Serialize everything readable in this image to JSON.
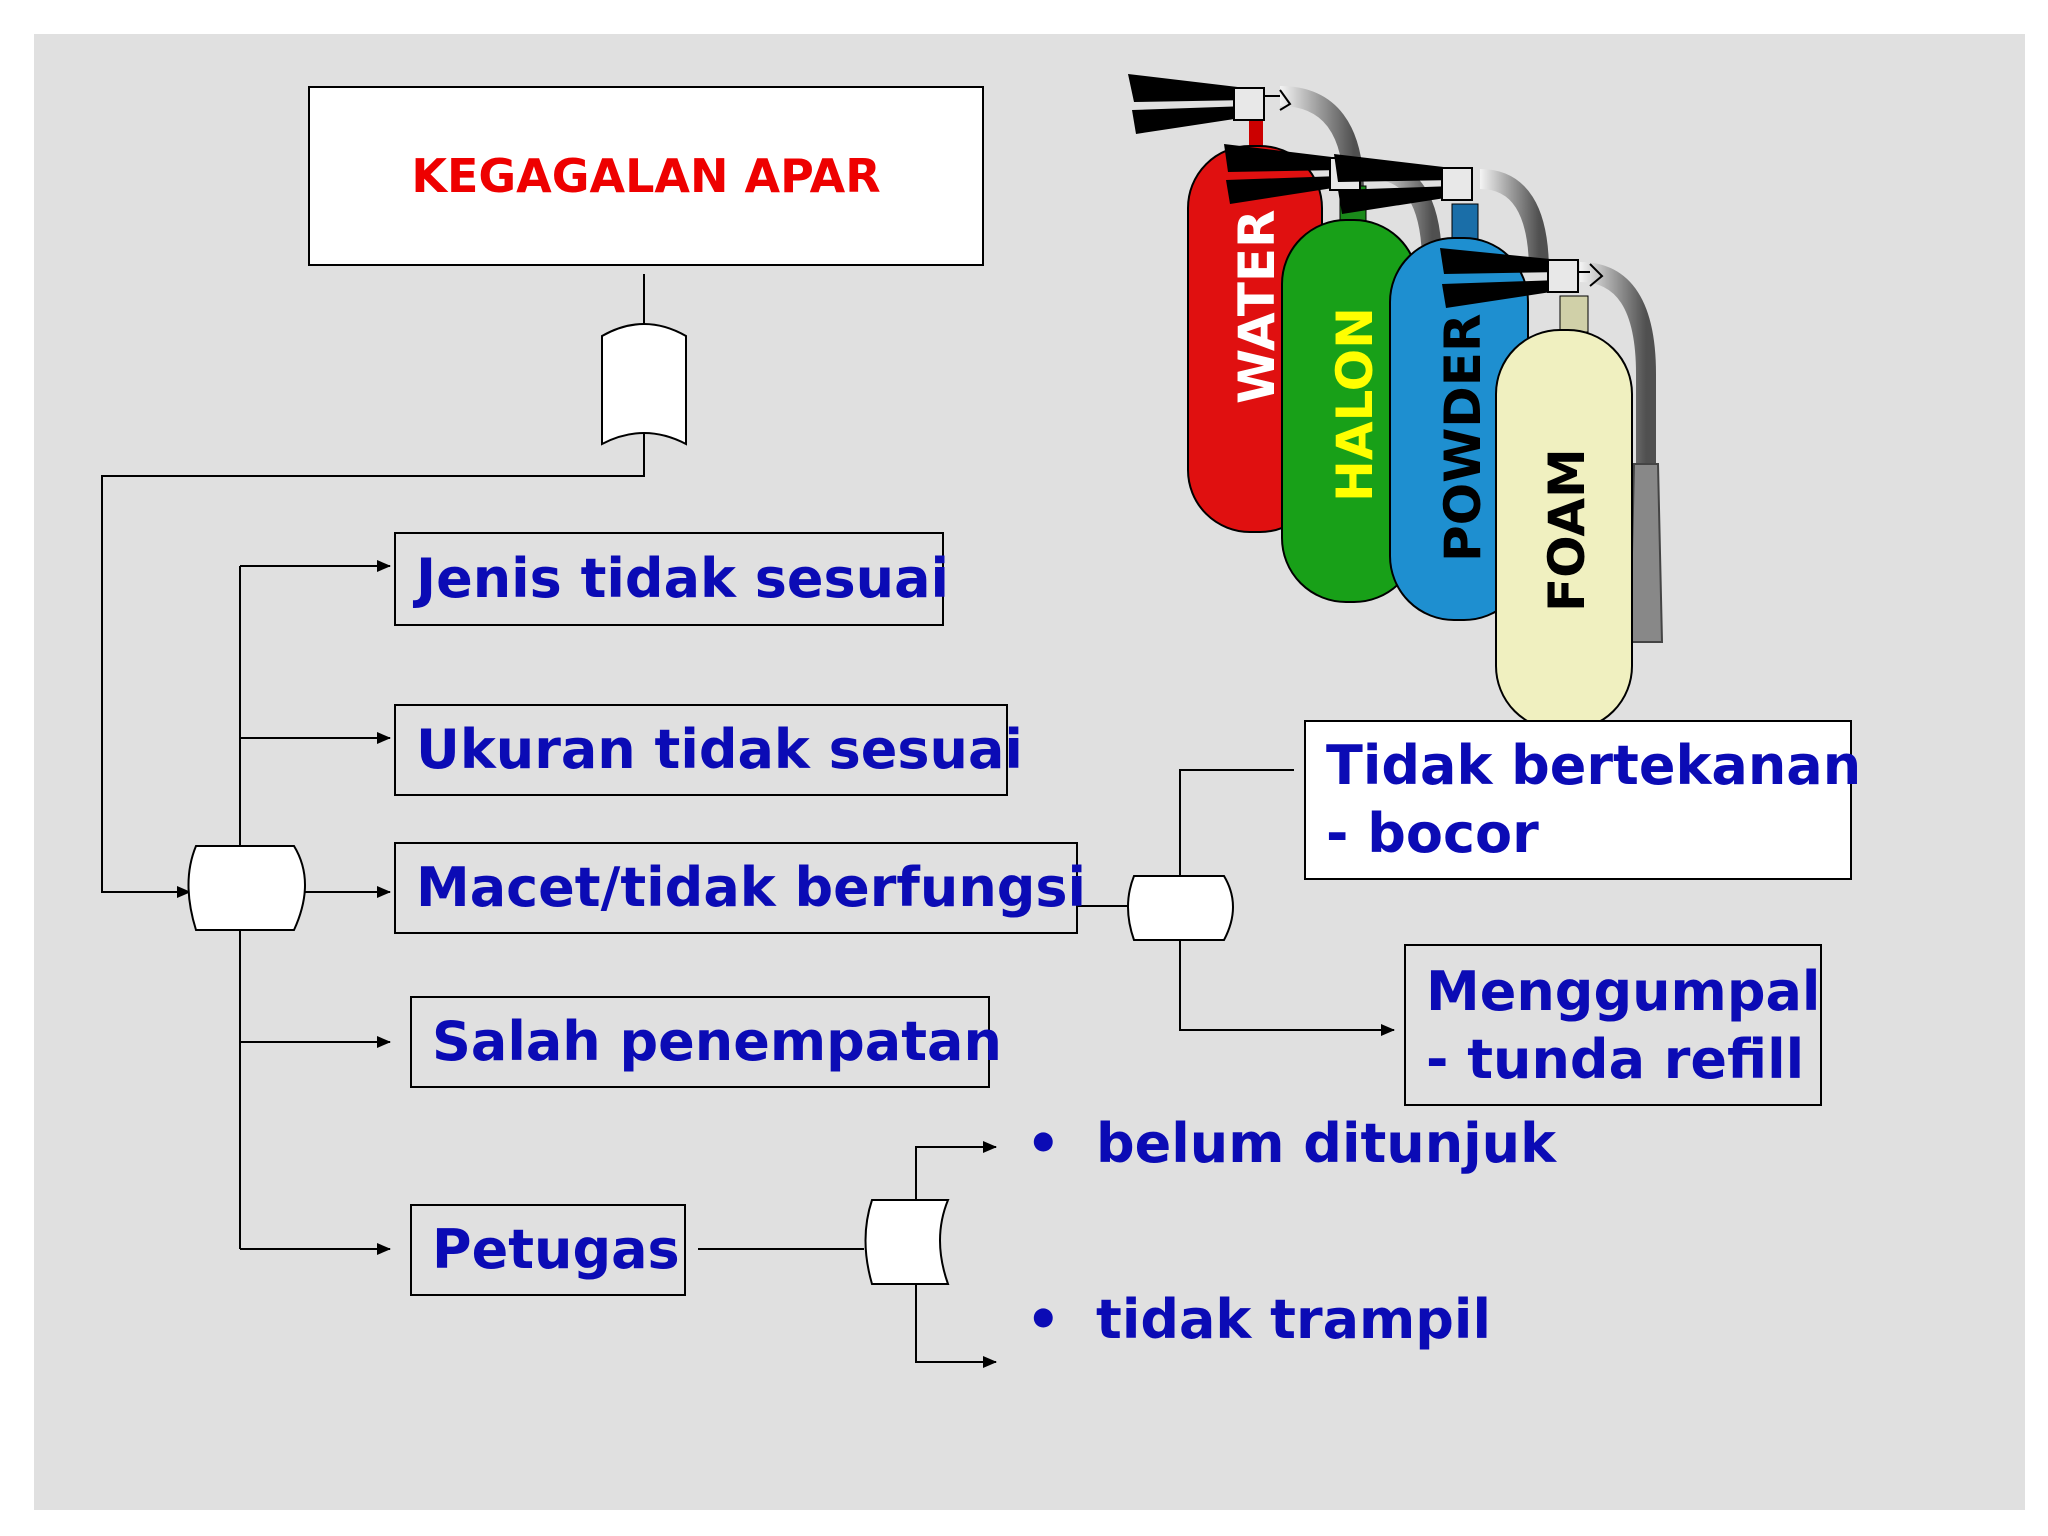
{
  "title": "KEGAGALAN APAR",
  "causes": [
    "Jenis tidak sesuai",
    "Ukuran tidak sesuai",
    "Macet/tidak berfungsi",
    "Salah penempatan",
    "Petugas"
  ],
  "macet_causes": [
    "Tidak bertekanan",
    "- bocor",
    "Menggumpal",
    "- tunda refill"
  ],
  "petugas_causes": [
    "belum ditunjuk",
    "tidak trampil"
  ],
  "bullet_symbol": "•",
  "extinguishers": [
    {
      "label": "WATER",
      "color": "#e01010",
      "text_color": "#ffffff"
    },
    {
      "label": "HALON",
      "color": "#18a018",
      "text_color": "#ffff00"
    },
    {
      "label": "POWDER",
      "color": "#1e8fd0",
      "text_color": "#000000"
    },
    {
      "label": "FOAM",
      "color": "#f0f0c0",
      "text_color": "#000000"
    }
  ]
}
